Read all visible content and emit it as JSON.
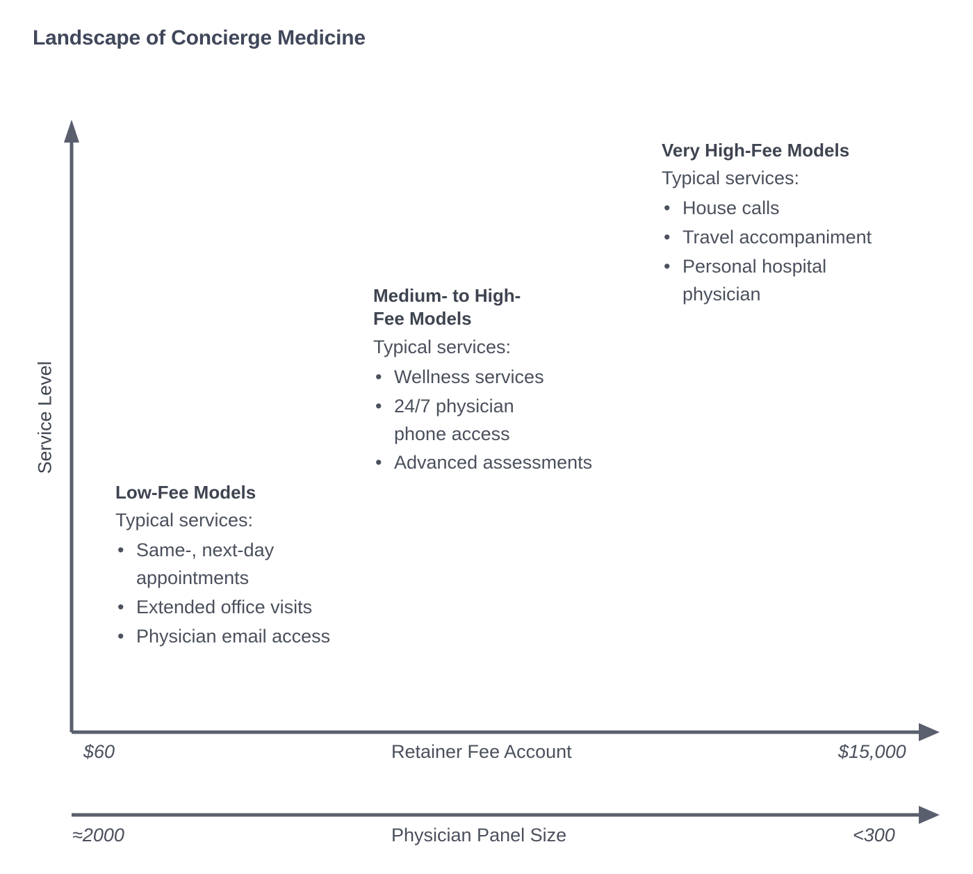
{
  "page": {
    "title": "Landscape of Concierge Medicine",
    "background_color": "#ffffff",
    "text_color": "#3e4450",
    "line_color": "#5a5f6e"
  },
  "chart_data": {
    "type": "diagram",
    "title": "Landscape of Concierge Medicine",
    "xlabel": "Retainer Fee Account",
    "ylabel": "Service Level",
    "secondary_xlabel": "Physician Panel Size",
    "x_axis_ticks": [
      "$60",
      "$15,000"
    ],
    "secondary_x_axis_ticks": [
      "≈2000",
      "<300"
    ],
    "grid": false,
    "legend": "none",
    "annotations": [
      {
        "name": "Low-Fee Models",
        "position": "lower-left",
        "subtitle": "Typical services:",
        "items": [
          "Same-, next-day appointments",
          "Extended office visits",
          "Physician email access"
        ]
      },
      {
        "name": "Medium- to High-Fee Models",
        "position": "center",
        "subtitle": "Typical services:",
        "items": [
          "Wellness services",
          "24/7 physician phone access",
          "Advanced assessments"
        ]
      },
      {
        "name": "Very High-Fee Models",
        "position": "upper-right",
        "subtitle": "Typical services:",
        "items": [
          "House calls",
          "Travel accompaniment",
          "Personal hospital physician"
        ]
      }
    ]
  },
  "axes": {
    "y_title": "Service Level",
    "fee_axis": {
      "min_label": "$60",
      "title": "Retainer Fee Account",
      "max_label": "$15,000"
    },
    "panel_axis": {
      "min_label": "≈2000",
      "title": "Physician Panel Size",
      "max_label": "<300"
    }
  },
  "blocks": {
    "low": {
      "heading_line1": "Low-Fee Models",
      "subtitle": "Typical services:",
      "bullet_char": "•",
      "items": [
        "Same-, next-day",
        "appointments",
        "Extended office visits",
        "Physician email access"
      ],
      "items_structured": [
        {
          "line1": "Same-, next-day",
          "line2": "appointments"
        },
        {
          "line1": "Extended office visits",
          "line2": ""
        },
        {
          "line1": "Physician email access",
          "line2": ""
        }
      ]
    },
    "medium": {
      "heading_line1": "Medium- to High-",
      "heading_line2": "Fee Models",
      "subtitle": "Typical services:",
      "bullet_char": "•",
      "items_structured": [
        {
          "line1": "Wellness services",
          "line2": ""
        },
        {
          "line1": "24/7 physician",
          "line2": "phone access"
        },
        {
          "line1": "Advanced assessments",
          "line2": ""
        }
      ]
    },
    "veryhigh": {
      "heading_line1": "Very High-Fee Models",
      "subtitle": "Typical services:",
      "bullet_char": "•",
      "items_structured": [
        {
          "line1": "House calls",
          "line2": ""
        },
        {
          "line1": "Travel accompaniment",
          "line2": ""
        },
        {
          "line1": "Personal hospital",
          "line2": "physician"
        }
      ]
    }
  }
}
